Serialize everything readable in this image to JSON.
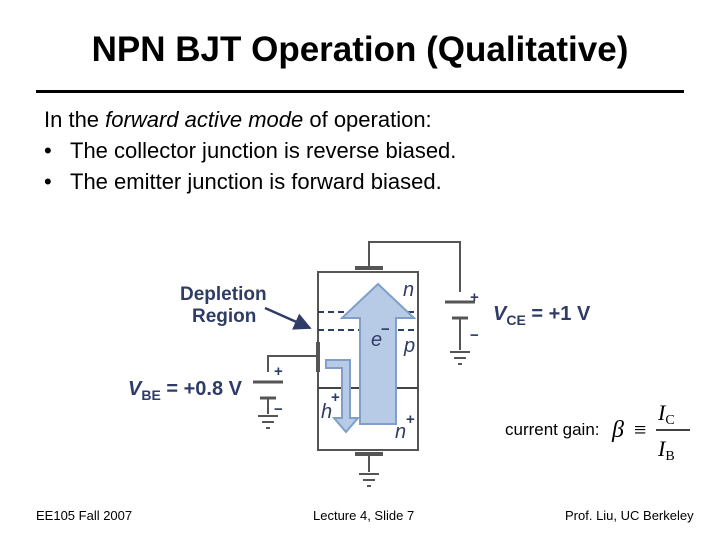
{
  "slide": {
    "title": "NPN BJT Operation (Qualitative)",
    "intro_before": "In the ",
    "intro_emph": "forward active mode",
    "intro_after": " of operation:",
    "bullet_symbol": "•",
    "bullets": [
      "The collector junction is reverse biased.",
      "The emitter junction is forward biased."
    ]
  },
  "diagram": {
    "depletion_line1": "Depletion",
    "depletion_line2": "Region",
    "vbe_label": "V",
    "vbe_sub": "BE",
    "vbe_value": " = +0.8 V",
    "vce_label": "V",
    "vce_sub": "CE",
    "vce_value": " = +1 V",
    "region_n_top": "n",
    "region_p": "p",
    "region_n_bottom": "n",
    "region_n_bottom_plus": "+",
    "electron": "e",
    "electron_sign": "−",
    "hole": "h",
    "hole_sign": "+",
    "plus": "+",
    "minus": "−",
    "colors": {
      "diagram_text": "#2f3c66",
      "arrow_fill": "#b7cbe6",
      "arrow_stroke": "#7f9fc8",
      "depletion_lines": "#2f3c66"
    }
  },
  "gain": {
    "label": "current gain:",
    "beta": "β",
    "equiv": "≡",
    "num": "I",
    "num_sub": "C",
    "den": "I",
    "den_sub": "B"
  },
  "footer": {
    "left": "EE105 Fall 2007",
    "center": "Lecture 4, Slide 7",
    "right": "Prof. Liu, UC Berkeley"
  }
}
